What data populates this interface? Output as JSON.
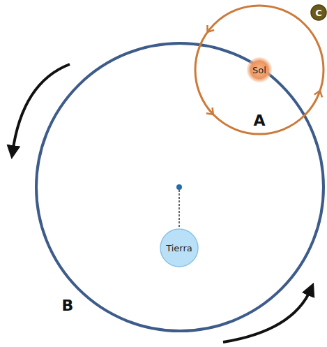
{
  "diagram": {
    "nodes": [
      {
        "text": [
          "C"
        ]
      },
      {
        "text": [
          "Sol"
        ]
      },
      {
        "text": [
          "Tierra"
        ]
      }
    ],
    "labels": [
      "A",
      "B"
    ]
  }
}
